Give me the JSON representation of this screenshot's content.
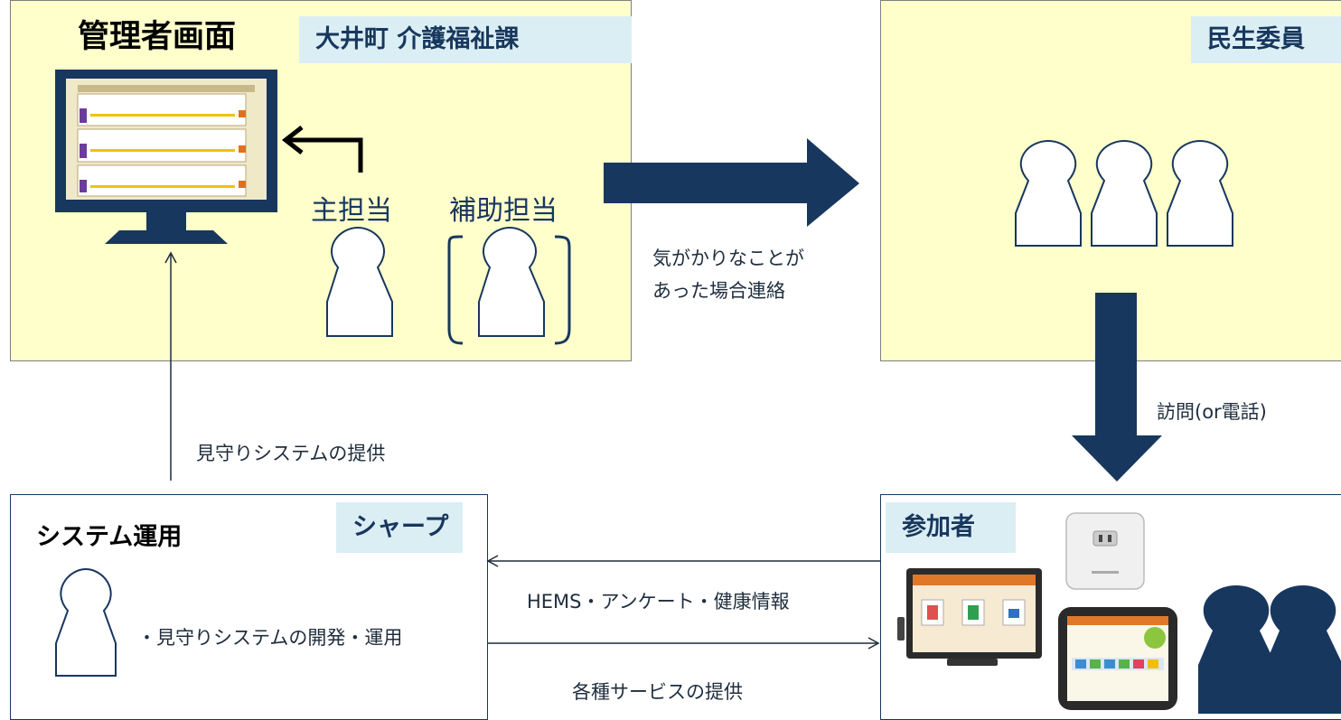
{
  "admin": {
    "title": "管理者画面",
    "org_tag": "大井町 介護福祉課",
    "main_staff": "主担当",
    "assist_staff": "補助担当"
  },
  "welfare": {
    "tag": "民生委員"
  },
  "contact_label_1": "気がかりなことが",
  "contact_label_2": "あった場合連絡",
  "visit_label": "訪問(or電話)",
  "provide_label": "見守りシステムの提供",
  "system": {
    "title": "システム運用",
    "company_tag": "シャープ",
    "duty": "・見守りシステムの開発・運用"
  },
  "participant": {
    "tag": "参加者"
  },
  "data_flow_label": "HEMS・アンケート・健康情報",
  "service_label": "各種サービスの提供",
  "colors": {
    "navy": "#17375e",
    "panel_yellow": "#ffffcc",
    "tag_blue": "#dbeef4"
  }
}
